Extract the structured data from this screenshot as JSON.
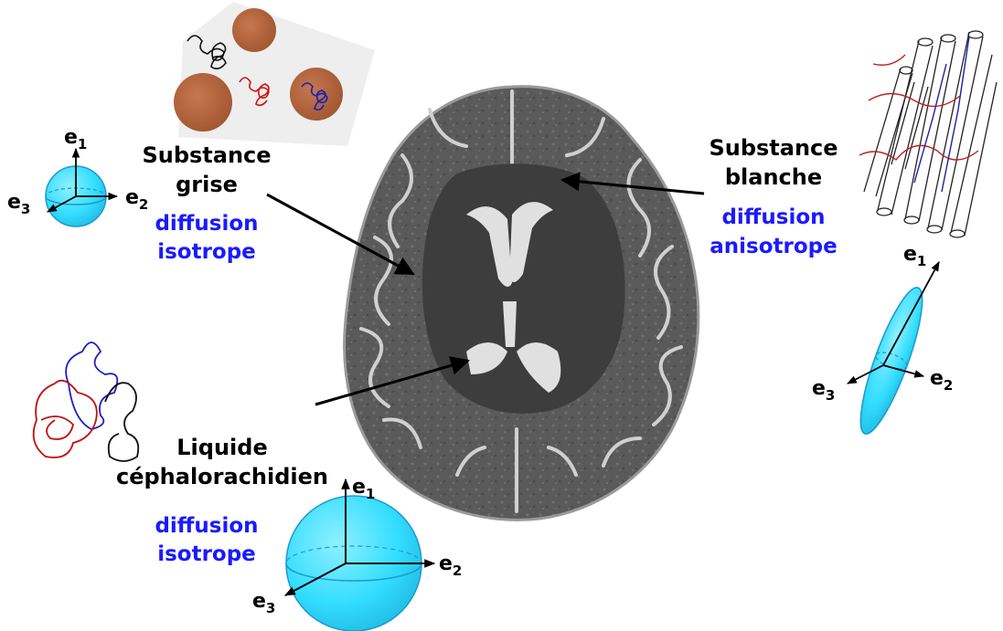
{
  "labels": {
    "grise_l1": "Substance",
    "grise_l2": "grise",
    "grise_d1": "diffusion",
    "grise_d2": "isotrope",
    "blanche_l1": "Substance",
    "blanche_l2": "blanche",
    "blanche_d1": "diffusion",
    "blanche_d2": "anisotrope",
    "lcr_l1": "Liquide",
    "lcr_l2": "céphalorachidien",
    "lcr_d1": "diffusion",
    "lcr_d2": "isotrope"
  },
  "axes": {
    "e": "e",
    "s1": "1",
    "s2": "2",
    "s3": "3"
  },
  "colors": {
    "label_text": "#000000",
    "diffusion_text": "#1a1aff",
    "ellipsoid_fill": "#33ddff",
    "cell_fill": "#b5643c",
    "brain_dark": "#3a3a3a",
    "brain_light": "#d8d8d8"
  }
}
